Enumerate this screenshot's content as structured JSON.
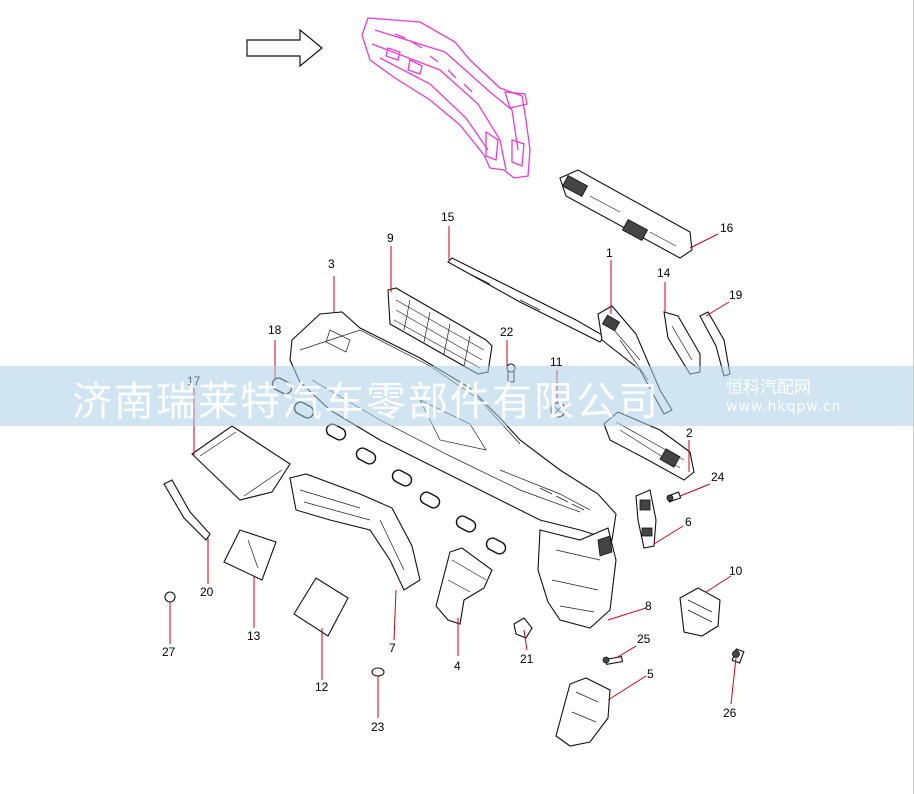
{
  "diagram": {
    "callouts": [
      "1",
      "2",
      "3",
      "4",
      "5",
      "6",
      "7",
      "8",
      "9",
      "10",
      "11",
      "12",
      "13",
      "14",
      "15",
      "16",
      "17",
      "18",
      "19",
      "20",
      "21",
      "22",
      "23",
      "24",
      "25",
      "26",
      "27"
    ]
  },
  "watermark": {
    "company": "济南瑞莱特汽车零部件有限公司",
    "site_name": "恒科汽配网",
    "site_url": "www.hkqpw.cn"
  },
  "colors": {
    "highlight": "#e83cd6",
    "leader": "#d0001a",
    "watermark_band": "#aacde8"
  },
  "icons": [
    "direction-arrow-icon"
  ]
}
